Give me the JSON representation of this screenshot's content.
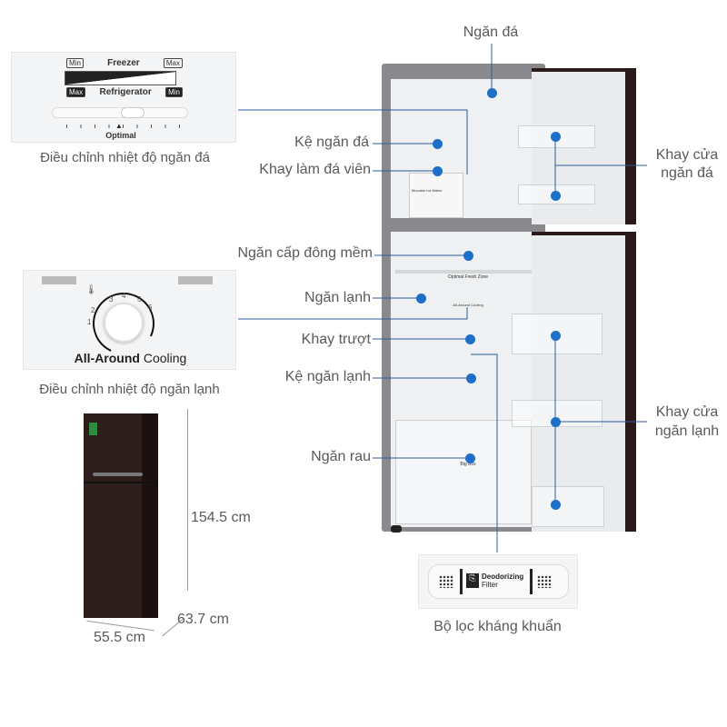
{
  "freezer_panel": {
    "min_top": "Min",
    "freezer": "Freezer",
    "max_top": "Max",
    "max_bottom": "Max",
    "refrigerator": "Refrigerator",
    "min_bottom": "Min",
    "optimal": "Optimal",
    "caption": "Điều chỉnh nhiệt độ ngăn đá"
  },
  "fridge_panel": {
    "dial_numbers": [
      "1",
      "2",
      "3",
      "4",
      "5",
      "6"
    ],
    "title_bold": "All-Around",
    "title_rest": "Cooling",
    "caption": "Điều chỉnh nhiệt độ ngăn lạnh"
  },
  "dimensions": {
    "height": "154.5 cm",
    "depth": "63.7 cm",
    "width": "55.5 cm"
  },
  "callouts": {
    "freezer": "Ngăn đá",
    "freezer_shelf": "Kệ ngăn đá",
    "ice_tray": "Khay làm đá viên",
    "freezer_door_line1": "Khay cửa",
    "freezer_door_line2": "ngăn đá",
    "soft_freeze": "Ngăn cấp đông mềm",
    "fridge": "Ngăn lạnh",
    "slide_tray": "Khay trượt",
    "fridge_shelf": "Kệ ngăn lạnh",
    "veg_drawer": "Ngăn rau",
    "fridge_door_line1": "Khay cửa",
    "fridge_door_line2": "ngăn lạnh",
    "filter": "Bộ lọc kháng khuẩn"
  },
  "filter_panel": {
    "line1": "Deodorizing",
    "line2": "Filter"
  },
  "fridge_inner": {
    "fresh_zone": "Optimal Fresh Zone",
    "cooling": "All-Around Cooling",
    "big_box": "Big Box",
    "ice_maker": "Movable Ice Maker"
  },
  "colors": {
    "accent": "#1e6fc8",
    "door": "#2b1a1a"
  }
}
